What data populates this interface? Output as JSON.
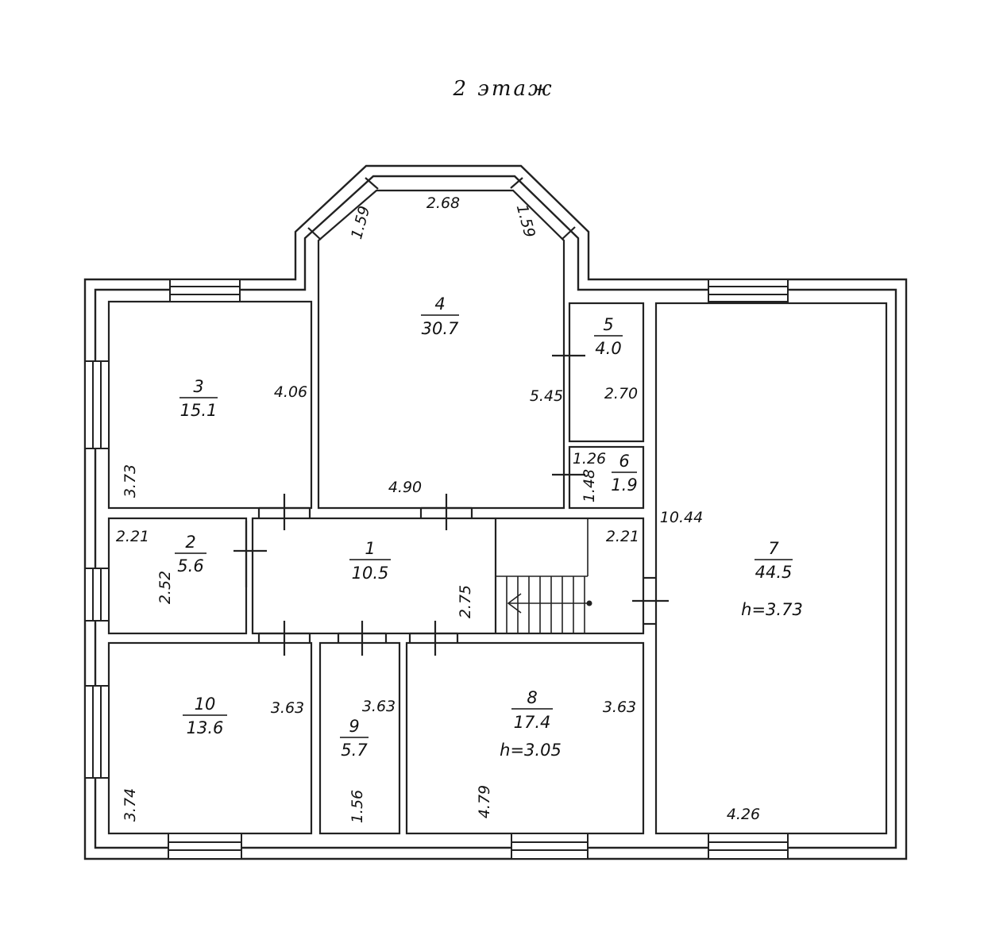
{
  "title": "2 этаж",
  "rooms": {
    "r1": {
      "num": "1",
      "area": "10.5"
    },
    "r2": {
      "num": "2",
      "area": "5.6"
    },
    "r3": {
      "num": "3",
      "area": "15.1"
    },
    "r4": {
      "num": "4",
      "area": "30.7"
    },
    "r5": {
      "num": "5",
      "area": "4.0"
    },
    "r6": {
      "num": "6",
      "area": "1.9"
    },
    "r7": {
      "num": "7",
      "area": "44.5",
      "height": "h=3.73"
    },
    "r8": {
      "num": "8",
      "area": "17.4",
      "height": "h=3.05"
    },
    "r9": {
      "num": "9",
      "area": "5.7"
    },
    "r10": {
      "num": "10",
      "area": "13.6"
    }
  },
  "dims": {
    "bay_left": "1.59",
    "bay_top": "2.68",
    "bay_right": "1.59",
    "r4_height": "5.45",
    "r4_width": "4.90",
    "r3_height": "4.06",
    "r3_width": "3.73",
    "r5_height": "2.70",
    "r6_width": "1.26",
    "r6_height": "1.48",
    "r7_height": "10.44",
    "r7_width": "4.26",
    "r2_width": "2.21",
    "r2_height": "2.52",
    "r1_height": "2.75",
    "stair_width": "2.21",
    "r10_height": "3.63",
    "r10_width": "3.74",
    "r9_height": "3.63",
    "r9_width": "1.56",
    "r8_height": "3.63",
    "r8_width": "4.79"
  }
}
